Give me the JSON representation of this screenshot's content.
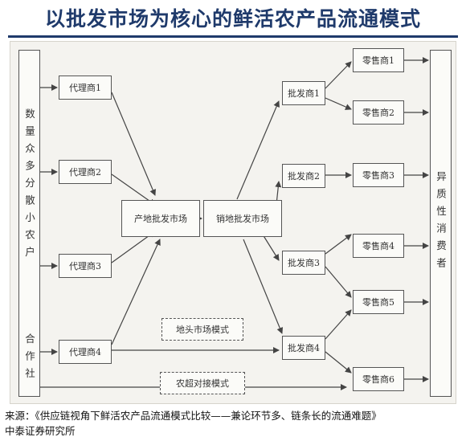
{
  "title": "以批发市场为核心的鲜活农产品流通模式",
  "producers": {
    "small_farmers": "数量众多分散小农户",
    "cooperative": "合作社"
  },
  "agents": [
    "代理商1",
    "代理商2",
    "代理商3",
    "代理商4"
  ],
  "origin_market": "产地批发市场",
  "destination_market": "销地批发市场",
  "wholesalers": [
    "批发商1",
    "批发商2",
    "批发商3",
    "批发商4"
  ],
  "retailers": [
    "零售商1",
    "零售商2",
    "零售商3",
    "零售商4",
    "零售商5",
    "零售商6"
  ],
  "consumers": "异质性消费者",
  "modes": {
    "field_market": "地头市场模式",
    "farm_supermarket": "农超对接模式"
  },
  "source": {
    "line1": "来源：《供应链视角下鲜活农产品流通模式比较——兼论环节多、链条长的流通难题》",
    "line2": "中泰证券研究所"
  }
}
